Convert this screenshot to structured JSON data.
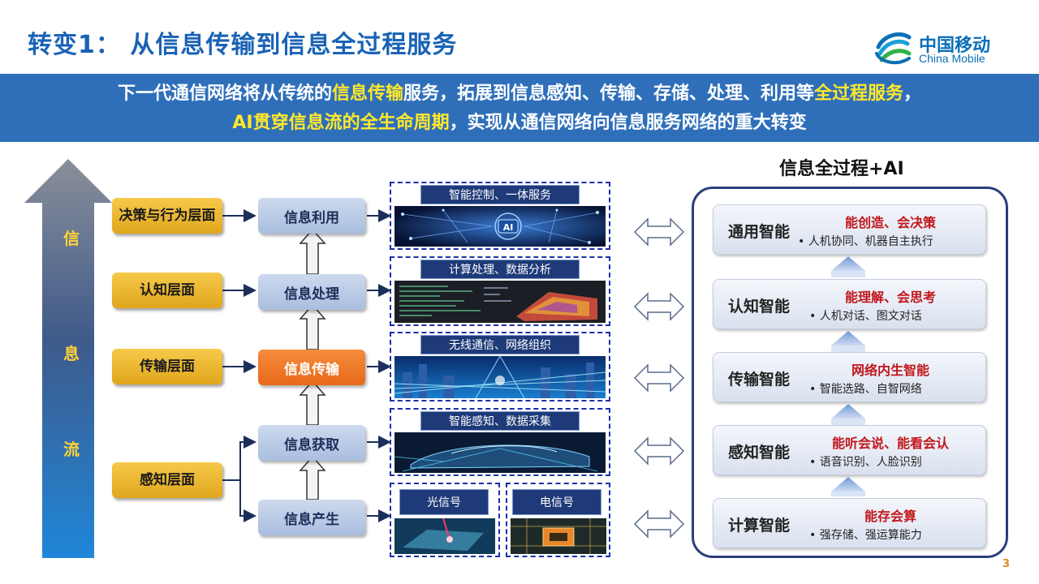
{
  "title": "转变1： 从信息传输到信息全过程服务",
  "logo": {
    "cn": "中国移动",
    "en": "China Mobile"
  },
  "banner": {
    "l1_a": "下一代通信网络将从传统的",
    "l1_b": "信息传输",
    "l1_c": "服务，拓展到信息感知、传输、存储、处理、利用等",
    "l1_d": "全过程服务",
    "l1_e": "，",
    "l2_a": "AI贯穿信息流的全生命周期",
    "l2_b": "，实现从通信网络向信息服务网络的重大转变"
  },
  "flow": {
    "c1": "信",
    "c2": "息",
    "c3": "流"
  },
  "layers": {
    "decision": "决策与行为层面",
    "cognition": "认知层面",
    "transmission": "传输层面",
    "perception": "感知层面"
  },
  "info": {
    "use": "信息利用",
    "process": "信息处理",
    "transmit": "信息传输",
    "acquire": "信息获取",
    "generate": "信息产生"
  },
  "panels": {
    "p1": "智能控制、一体服务",
    "p2": "计算处理、数据分析",
    "p3": "无线通信、网络组织",
    "p4": "智能感知、数据采集",
    "p5a": "光信号",
    "p5b": "电信号",
    "ai_badge": "AI"
  },
  "right": {
    "title": "信息全过程+AI",
    "cards": [
      {
        "title": "通用智能",
        "red": "能创造、会决策",
        "sub": "•  人机协同、机器自主执行"
      },
      {
        "title": "认知智能",
        "red": "能理解、会思考",
        "sub": "•  人机对话、图文对话"
      },
      {
        "title": "传输智能",
        "red": "网络内生智能",
        "sub": "•  智能选路、自智网络"
      },
      {
        "title": "感知智能",
        "red": "能听会说、能看会认",
        "sub": "•  语音识别、人脸识别"
      },
      {
        "title": "计算智能",
        "red": "能存会算",
        "sub": "•  强存储、强运算能力"
      }
    ]
  },
  "page_number": "3",
  "colors": {
    "title_blue": "#1a63b5",
    "banner": "#2f6fba",
    "highlight": "#ffe82a",
    "gold": "#e0a61c",
    "orange": "#e8691a",
    "red": "#c2161c"
  }
}
